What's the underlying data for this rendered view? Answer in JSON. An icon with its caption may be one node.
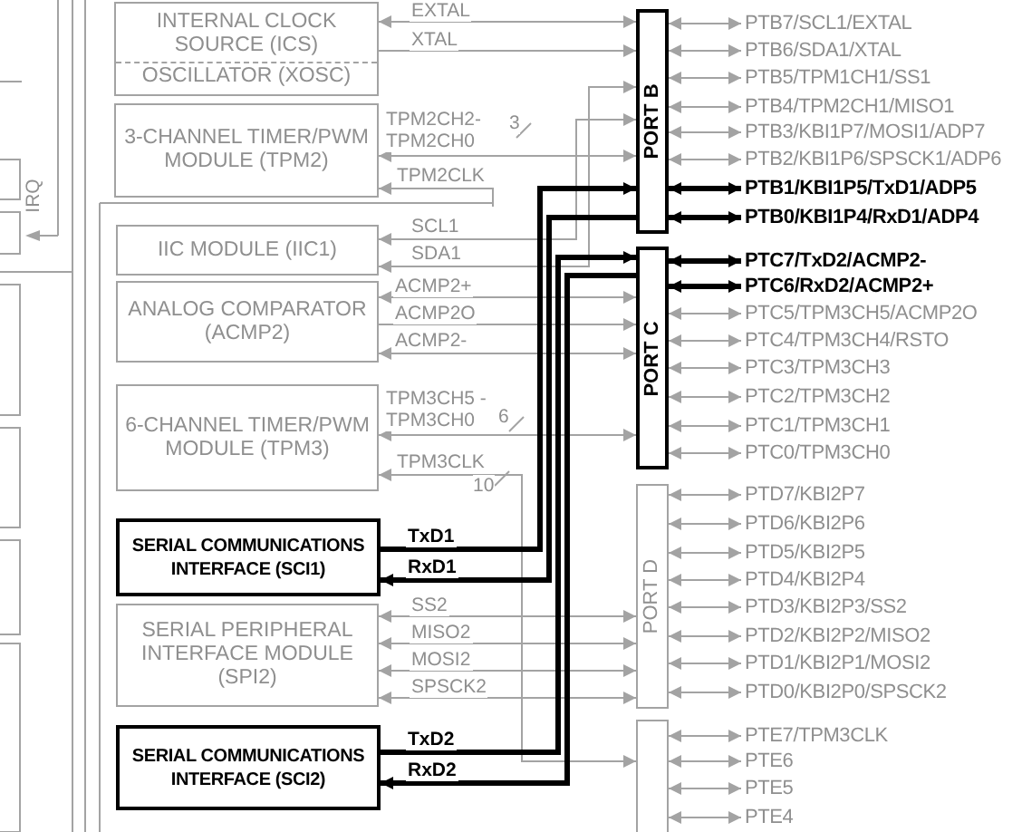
{
  "diagram": {
    "nodes": [
      {
        "text": [
          "INTERNAL CLOCK SOURCE (ICS)",
          "OSCILLATOR (XOSC)"
        ]
      },
      {
        "text": [
          "3-CHANNEL TIMER/PWM MODULE (TPM2)"
        ]
      },
      {
        "text": [
          "IIC MODULE (IIC1)"
        ]
      },
      {
        "text": [
          "ANALOG COMPARATOR (ACMP2)"
        ]
      },
      {
        "text": [
          "6-CHANNEL TIMER/PWM MODULE (TPM3)"
        ]
      },
      {
        "text": [
          "SERIAL COMMUNICATIONS INTERFACE (SCI1)"
        ]
      },
      {
        "text": [
          "SERIAL PERIPHERAL INTERFACE MODULE (SPI2)"
        ]
      },
      {
        "text": [
          "SERIAL COMMUNICATIONS INTERFACE (SCI2)"
        ]
      },
      {
        "text": [
          "PORT B"
        ]
      },
      {
        "text": [
          "PORT C"
        ]
      },
      {
        "text": [
          "PORT D"
        ]
      },
      {
        "text": [],
        "shape": "box"
      },
      {
        "text": [
          "PTB7/SCL1/EXTAL"
        ]
      },
      {
        "text": [
          "PTB6/SDA1/XTAL"
        ]
      },
      {
        "text": [
          "PTB5/TPM1CH1/SS1"
        ]
      },
      {
        "text": [
          "PTB4/TPM2CH1/MISO1"
        ]
      },
      {
        "text": [
          "PTB3/KBI1P7/MOSI1/ADP7"
        ]
      },
      {
        "text": [
          "PTB2/KBI1P6/SPSCK1/ADP6"
        ]
      },
      {
        "text": [
          "PTB1/KBI1P5/TxD1/ADP5"
        ]
      },
      {
        "text": [
          "PTB0/KBI1P4/RxD1/ADP4"
        ]
      },
      {
        "text": [
          "PTC7/TxD2/ACMP2-"
        ]
      },
      {
        "text": [
          "PTC6/RxD2/ACMP2+"
        ]
      },
      {
        "text": [
          "PTC5/TPM3CH5/ACMP2O"
        ]
      },
      {
        "text": [
          "PTC4/TPM3CH4/RSTO"
        ]
      },
      {
        "text": [
          "PTC3/TPM3CH3"
        ]
      },
      {
        "text": [
          "PTC2/TPM3CH2"
        ]
      },
      {
        "text": [
          "PTC1/TPM3CH1"
        ]
      },
      {
        "text": [
          "PTC0/TPM3CH0"
        ]
      },
      {
        "text": [
          "PTD7/KBI2P7"
        ]
      },
      {
        "text": [
          "PTD6/KBI2P6"
        ]
      },
      {
        "text": [
          "PTD5/KBI2P5"
        ]
      },
      {
        "text": [
          "PTD4/KBI2P4"
        ]
      },
      {
        "text": [
          "PTD3/KBI2P3/SS2"
        ]
      },
      {
        "text": [
          "PTD2/KBI2P2/MISO2"
        ]
      },
      {
        "text": [
          "PTD1/KBI2P1/MOSI2"
        ]
      },
      {
        "text": [
          "PTD0/KBI2P0/SPSCK2"
        ]
      },
      {
        "text": [
          "PTE7/TPM3CLK"
        ]
      },
      {
        "text": [
          "PTE6"
        ]
      },
      {
        "text": [
          "PTE5"
        ]
      },
      {
        "text": [
          "PTE4"
        ]
      }
    ],
    "edges": [
      {
        "from": 8,
        "to": 0,
        "arrow": "both",
        "label": "EXTAL"
      },
      {
        "from": 0,
        "to": 8,
        "arrow": "to",
        "label": "XTAL"
      },
      {
        "from": 1,
        "to": 8,
        "arrow": "both",
        "label": "TPM2CH2- TPM2CH0"
      },
      {
        "from": null,
        "to": 1,
        "arrow": "to",
        "label": "TPM2CLK"
      },
      {
        "from": 2,
        "to": 8,
        "arrow": "both",
        "label": "SCL1"
      },
      {
        "from": 2,
        "to": 8,
        "arrow": "both",
        "label": "SDA1"
      },
      {
        "from": 3,
        "to": 9,
        "arrow": "both",
        "label": "ACMP2+"
      },
      {
        "from": 3,
        "to": 9,
        "arrow": "to",
        "label": "ACMP2O"
      },
      {
        "from": 3,
        "to": 9,
        "arrow": "both",
        "label": "ACMP2-"
      },
      {
        "from": 4,
        "to": 9,
        "arrow": "both",
        "label": "TPM3CH5 - TPM3CH0"
      },
      {
        "from": 4,
        "to": 11,
        "arrow": "both",
        "label": "TPM3CLK"
      },
      {
        "from": 5,
        "to": 8,
        "arrow": "to",
        "label": "TxD1",
        "style": "thick",
        "color": "#000000"
      },
      {
        "from": 8,
        "to": 5,
        "arrow": "to",
        "label": "RxD1",
        "style": "thick",
        "color": "#000000"
      },
      {
        "from": 6,
        "to": 10,
        "arrow": "both",
        "label": "SS2"
      },
      {
        "from": 6,
        "to": 10,
        "arrow": "both",
        "label": "MISO2"
      },
      {
        "from": 6,
        "to": 10,
        "arrow": "both",
        "label": "MOSI2"
      },
      {
        "from": 6,
        "to": 10,
        "arrow": "both",
        "label": "SPSCK2"
      },
      {
        "from": 7,
        "to": 9,
        "arrow": "to",
        "label": "TxD2",
        "style": "thick",
        "color": "#000000"
      },
      {
        "from": 9,
        "to": 7,
        "arrow": "to",
        "label": "RxD2",
        "style": "thick",
        "color": "#000000"
      },
      {
        "from": 8,
        "to": 12,
        "arrow": "both"
      },
      {
        "from": 8,
        "to": 13,
        "arrow": "both"
      },
      {
        "from": 8,
        "to": 14,
        "arrow": "both"
      },
      {
        "from": 8,
        "to": 15,
        "arrow": "both"
      },
      {
        "from": 8,
        "to": 16,
        "arrow": "both"
      },
      {
        "from": 8,
        "to": 17,
        "arrow": "both"
      },
      {
        "from": 8,
        "to": 18,
        "arrow": "both",
        "style": "thick",
        "color": "#000000"
      },
      {
        "from": 8,
        "to": 19,
        "arrow": "both",
        "style": "thick",
        "color": "#000000"
      },
      {
        "from": 9,
        "to": 20,
        "arrow": "both",
        "style": "thick",
        "color": "#000000"
      },
      {
        "from": 9,
        "to": 21,
        "arrow": "both",
        "style": "thick",
        "color": "#000000"
      },
      {
        "from": 9,
        "to": 22,
        "arrow": "both"
      },
      {
        "from": 9,
        "to": 23,
        "arrow": "both"
      },
      {
        "from": 9,
        "to": 24,
        "arrow": "both"
      },
      {
        "from": 9,
        "to": 25,
        "arrow": "both"
      },
      {
        "from": 9,
        "to": 26,
        "arrow": "both"
      },
      {
        "from": 9,
        "to": 27,
        "arrow": "both"
      },
      {
        "from": 10,
        "to": 28,
        "arrow": "both"
      },
      {
        "from": 10,
        "to": 29,
        "arrow": "both"
      },
      {
        "from": 10,
        "to": 30,
        "arrow": "both"
      },
      {
        "from": 10,
        "to": 31,
        "arrow": "both"
      },
      {
        "from": 10,
        "to": 32,
        "arrow": "both"
      },
      {
        "from": 10,
        "to": 33,
        "arrow": "both"
      },
      {
        "from": 10,
        "to": 34,
        "arrow": "both"
      },
      {
        "from": 10,
        "to": 35,
        "arrow": "both"
      },
      {
        "from": 11,
        "to": 36,
        "arrow": "both"
      },
      {
        "from": 11,
        "to": 37,
        "arrow": "both"
      },
      {
        "from": 11,
        "to": 38,
        "arrow": "both"
      },
      {
        "from": 11,
        "to": 39,
        "arrow": "both"
      }
    ],
    "labels": [
      "IRQ",
      "3",
      "6",
      "10"
    ]
  }
}
